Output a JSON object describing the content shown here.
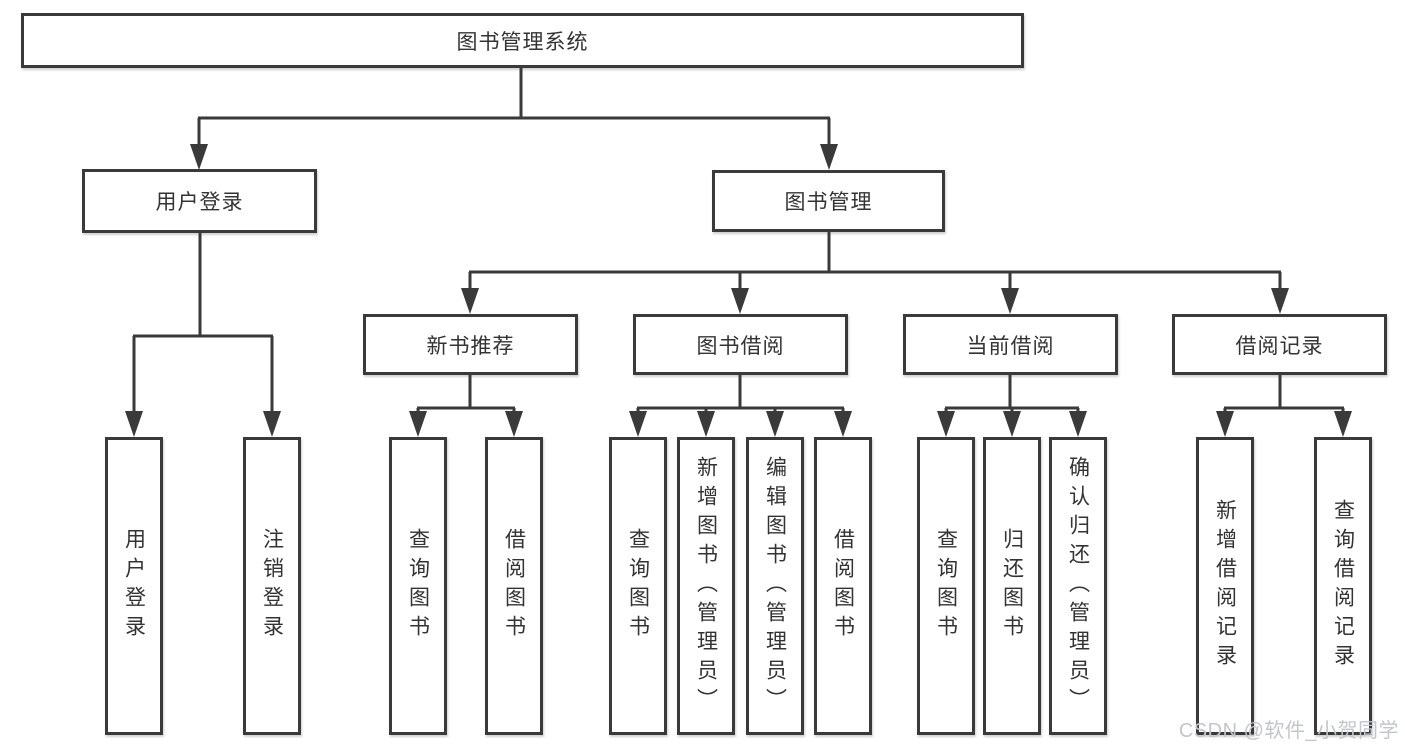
{
  "diagram": {
    "title": "图书管理系统",
    "type": "hierarchy-tree"
  },
  "colors": {
    "line": "#3a3a3a",
    "box_border": "#3a3a3a",
    "text": "#333333",
    "background": "#ffffff",
    "watermark": "#c2c6cc"
  },
  "nodes": {
    "root": {
      "label": "图书管理系统"
    },
    "user_login": {
      "label": "用户登录"
    },
    "book_mgmt": {
      "label": "图书管理"
    },
    "new_book_rec": {
      "label": "新书推荐"
    },
    "book_borrow": {
      "label": "图书借阅"
    },
    "current_borrow": {
      "label": "当前借阅"
    },
    "borrow_record": {
      "label": "借阅记录"
    },
    "leaf_user_login": {
      "label": "用户登录"
    },
    "leaf_logout": {
      "label": "注销登录"
    },
    "leaf_query_book_1": {
      "label": "查询图书"
    },
    "leaf_borrow_book_1": {
      "label": "借阅图书"
    },
    "leaf_query_book_2": {
      "label": "查询图书"
    },
    "leaf_add_book": {
      "label": "新增图书（管理员）"
    },
    "leaf_edit_book": {
      "label": "编辑图书（管理员）"
    },
    "leaf_borrow_book_2": {
      "label": "借阅图书"
    },
    "leaf_query_book_3": {
      "label": "查询图书"
    },
    "leaf_return_book": {
      "label": "归还图书"
    },
    "leaf_confirm_return": {
      "label": "确认归还（管理员）"
    },
    "leaf_add_record": {
      "label": "新增借阅记录"
    },
    "leaf_query_record": {
      "label": "查询借阅记录"
    }
  },
  "watermark": {
    "text": "CSDN @软件_小贺同学"
  }
}
